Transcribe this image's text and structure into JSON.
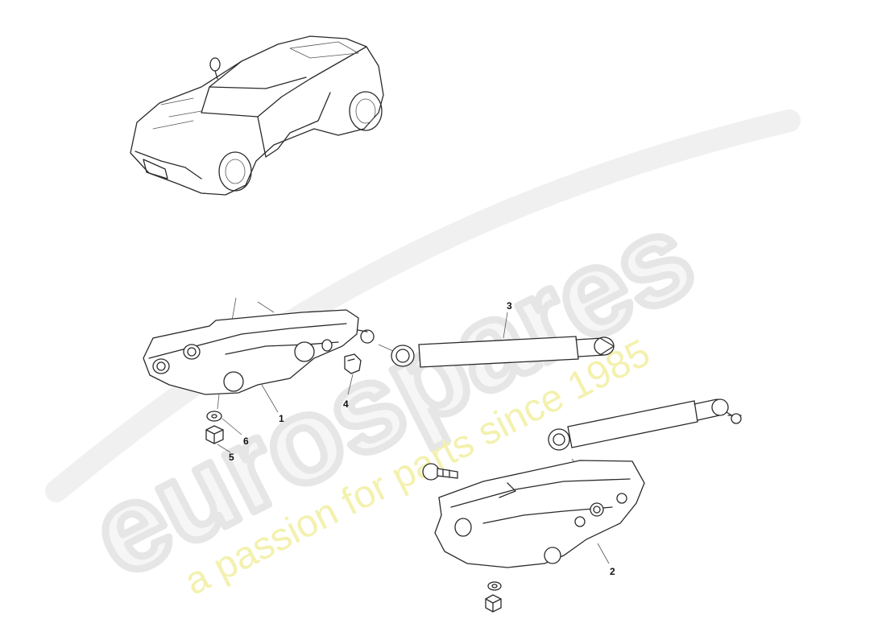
{
  "watermark": {
    "brand": "eurospares",
    "tagline": "a passion for parts since 1985"
  },
  "callouts": [
    {
      "id": "1",
      "label": "1"
    },
    {
      "id": "2",
      "label": "2"
    },
    {
      "id": "3",
      "label": "3"
    },
    {
      "id": "4",
      "label": "4"
    },
    {
      "id": "5",
      "label": "5"
    },
    {
      "id": "6",
      "label": "6"
    }
  ]
}
